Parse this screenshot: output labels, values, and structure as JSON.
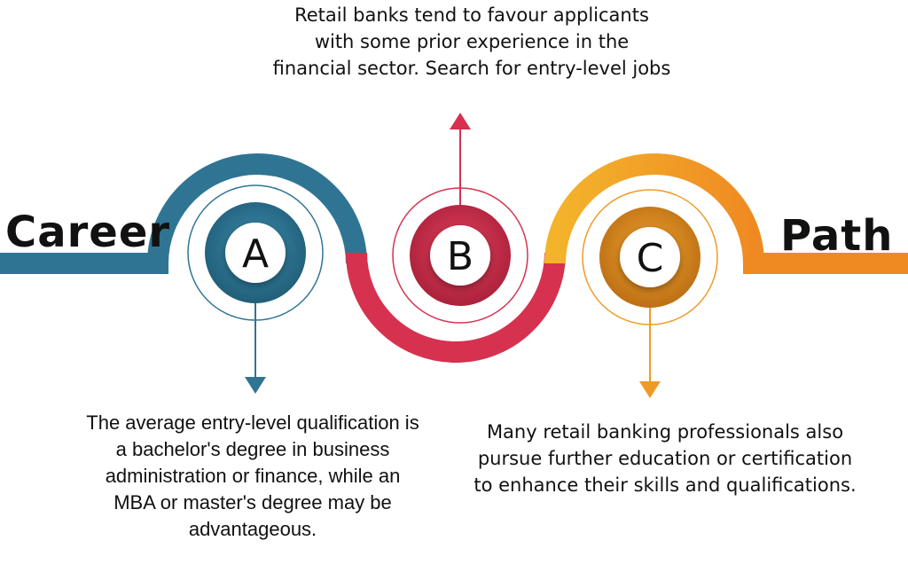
{
  "title_left": "Career",
  "title_right": "Path",
  "colors": {
    "a": "#2f7593",
    "b": "#d6314f",
    "c_light": "#f3b42c",
    "c_dark": "#ef8a22"
  },
  "steps": [
    {
      "letter": "A",
      "arrow": "down",
      "color_name": "teal",
      "description_lines": [
        "The average entry-level qualification is",
        "a bachelor's degree in business",
        "administration or finance, while an",
        "MBA or master's degree may be",
        "advantageous."
      ]
    },
    {
      "letter": "B",
      "arrow": "up",
      "color_name": "crimson",
      "description_lines": [
        "Retail banks tend to favour applicants",
        "with some prior experience in the",
        "financial sector. Search for entry-level jobs"
      ]
    },
    {
      "letter": "C",
      "arrow": "down",
      "color_name": "orange",
      "description_lines": [
        "Many retail banking professionals also",
        "pursue further education or certification",
        "to enhance their skills and qualifications."
      ]
    }
  ]
}
